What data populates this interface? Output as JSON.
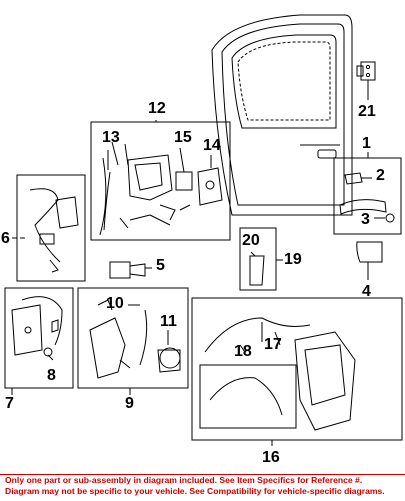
{
  "callouts": [
    "1",
    "2",
    "3",
    "4",
    "5",
    "6",
    "7",
    "8",
    "9",
    "10",
    "11",
    "12",
    "13",
    "14",
    "15",
    "16",
    "17",
    "18",
    "19",
    "20",
    "21"
  ],
  "disclaimer": {
    "line1": "Only one part or sub-assembly in diagram included. See Item Specifics for Reference #.",
    "line2": "Diagram may not be specific to your vehicle. See Compatibility for vehicle-specific diagrams."
  },
  "colors": {
    "line": "#000000",
    "disclaimer_text": "#cc0000",
    "background": "#ffffff"
  }
}
